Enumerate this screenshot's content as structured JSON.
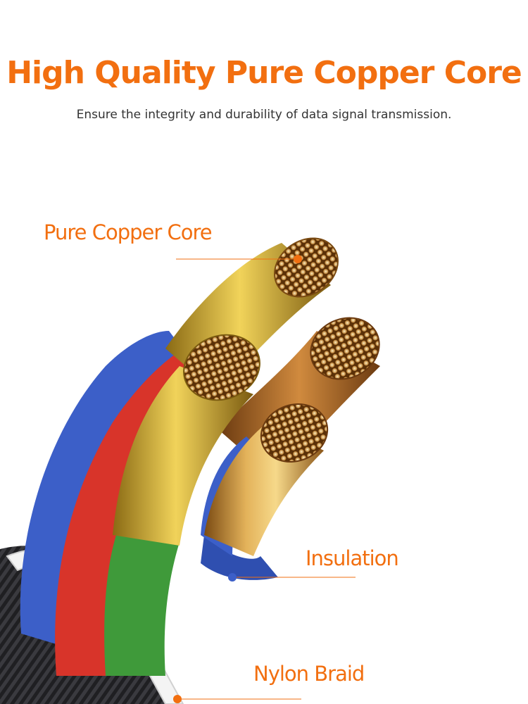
{
  "header": {
    "title": "High Quality Pure Copper Core",
    "subtitle": "Ensure the integrity and durability of data signal transmission."
  },
  "callouts": {
    "core": "Pure Copper Core",
    "insulation": "Insulation",
    "braid": "Nylon Braid"
  },
  "colors": {
    "accent": "#f26f10",
    "wire_red": "#d8342a",
    "wire_green": "#3f9a3a",
    "wire_blue": "#3c5fc8",
    "copper": "#c98a3a"
  }
}
